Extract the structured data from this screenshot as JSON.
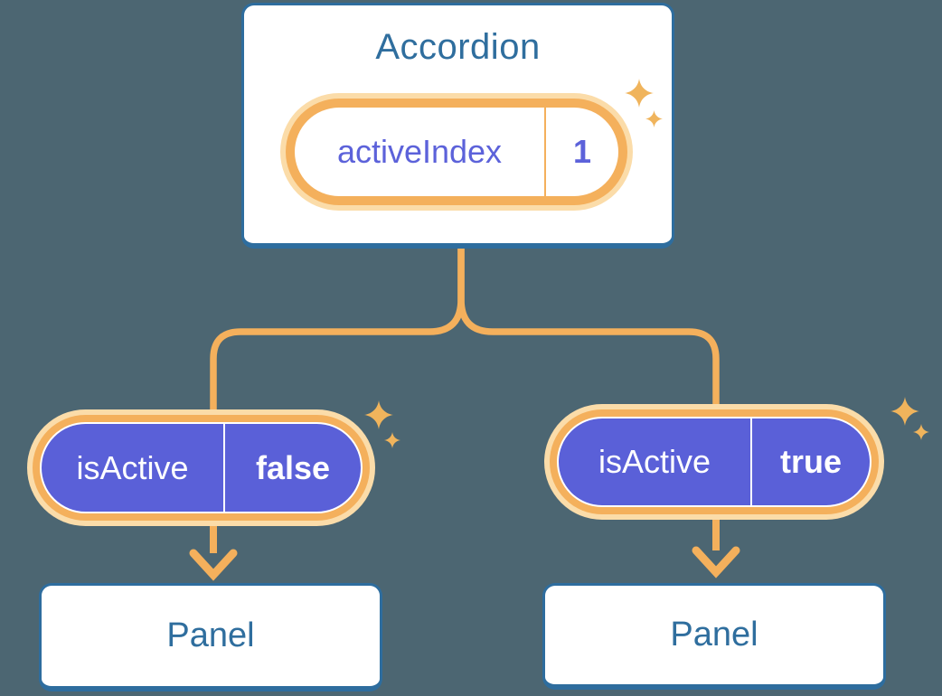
{
  "diagram": {
    "accordion": {
      "title": "Accordion",
      "pill": {
        "label": "activeIndex",
        "value": "1"
      }
    },
    "branches": {
      "left": {
        "pill": {
          "label": "isActive",
          "value": "false"
        },
        "panel": "Panel"
      },
      "right": {
        "pill": {
          "label": "isActive",
          "value": "true"
        },
        "panel": "Panel"
      }
    }
  },
  "icons": {
    "sparkle": "four-point-star-icon"
  },
  "colors": {
    "background": "#4C6672",
    "card_fill": "#FFFFFF",
    "card_border": "#2E6D9E",
    "heading_text": "#2F6E9E",
    "connector_orange": "#F4B05C",
    "pill_glow_orange": "#FBDCA9",
    "pill_purple": "#5A60D8",
    "pill_text_purple": "#5C62DA",
    "pill_text_white": "#FFFFFF",
    "sparkle_orange": "#F0B45C"
  }
}
